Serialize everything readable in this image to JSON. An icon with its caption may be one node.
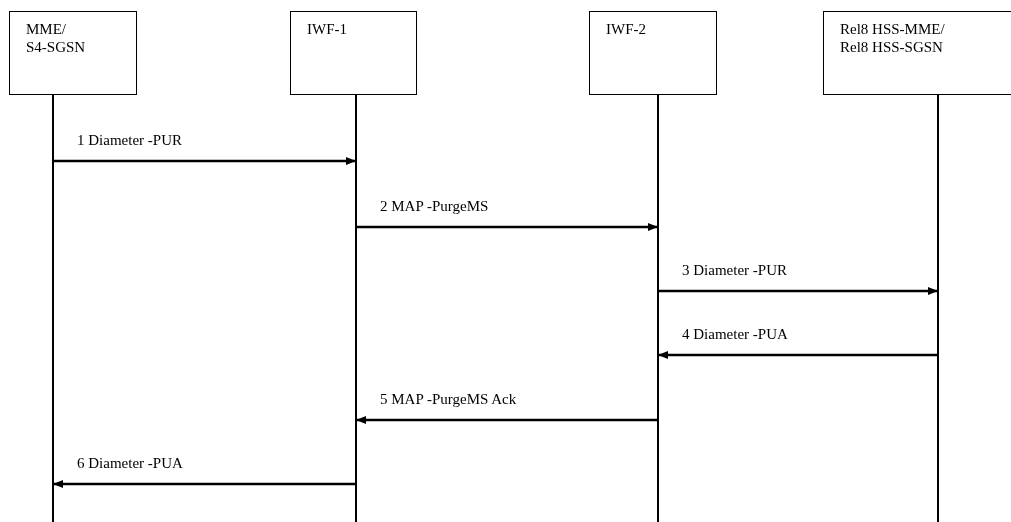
{
  "diagram": {
    "nodes": [
      {
        "text": [
          "MME/ S4-SGSN"
        ]
      },
      {
        "text": [
          "IWF-1"
        ]
      },
      {
        "text": [
          "IWF-2"
        ]
      },
      {
        "text": [
          "Rel8 HSS-MME/ Rel8 HSS-SGSN"
        ]
      }
    ],
    "edges": [
      {
        "from": 0,
        "to": 1,
        "arrow": "to",
        "label": "1 Diameter -PUR"
      },
      {
        "from": 1,
        "to": 2,
        "arrow": "to",
        "label": "2 MAP -PurgeMS"
      },
      {
        "from": 2,
        "to": 3,
        "arrow": "to",
        "label": "3 Diameter -PUR"
      },
      {
        "from": 3,
        "to": 2,
        "arrow": "to",
        "label": "4 Diameter -PUA"
      },
      {
        "from": 2,
        "to": 1,
        "arrow": "to",
        "label": "5 MAP -PurgeMS Ack"
      },
      {
        "from": 1,
        "to": 0,
        "arrow": "to",
        "label": "6 Diameter -PUA"
      }
    ]
  }
}
